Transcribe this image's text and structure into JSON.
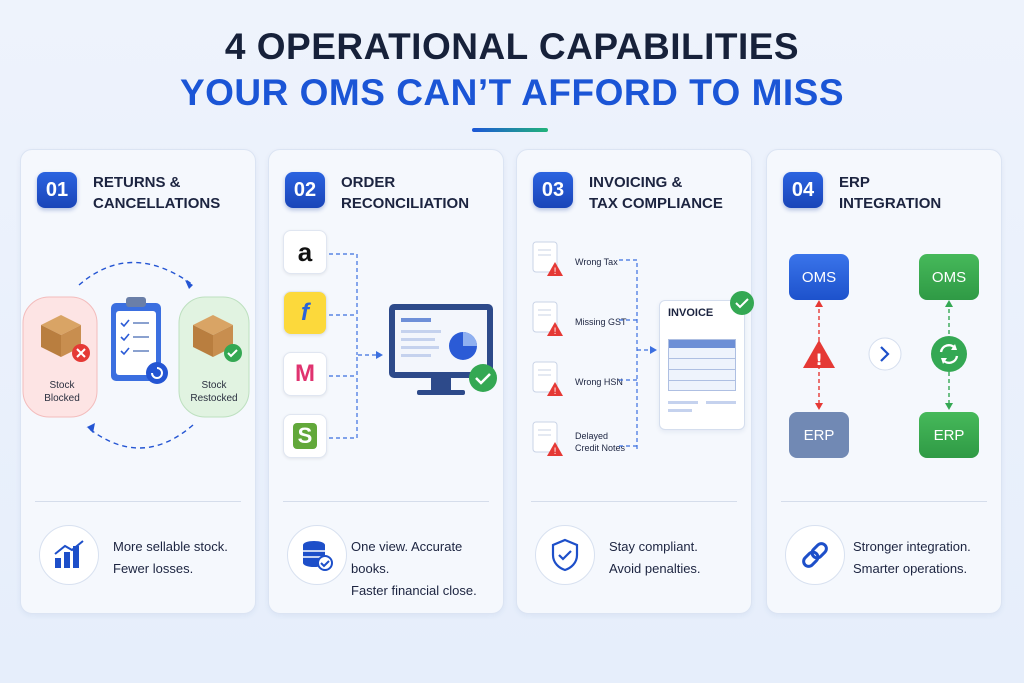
{
  "header": {
    "line1": "4 OPERATIONAL CAPABILITIES",
    "line2": "YOUR OMS CAN’T AFFORD TO MISS"
  },
  "colors": {
    "accent": "#1b55d6",
    "green": "#34a853",
    "red": "#e53935",
    "slate": "#6b7fa6"
  },
  "cards": [
    {
      "number": "01",
      "title": [
        "RETURNS &",
        "CANCELLATIONS"
      ],
      "labels": {
        "left": [
          "Stock",
          "Blocked"
        ],
        "right": [
          "Stock",
          "Restocked"
        ]
      },
      "icons": [
        "box-icon",
        "close-icon",
        "checklist-icon",
        "refresh-icon",
        "box-icon",
        "check-icon"
      ],
      "footer": [
        "More sellable stock.",
        "Fewer losses."
      ],
      "footer_icon": "growth-chart-icon"
    },
    {
      "number": "02",
      "title": [
        "ORDER",
        "RECONCILIATION"
      ],
      "logos": [
        "a",
        "f",
        "M",
        "S"
      ],
      "logo_icons": [
        "amazon-logo",
        "flipkart-logo",
        "myntra-logo",
        "shopify-logo"
      ],
      "footer": [
        "One view. Accurate books.",
        "Faster financial close."
      ],
      "footer_icon": "database-check-icon"
    },
    {
      "number": "03",
      "title": [
        "INVOICING &",
        "TAX COMPLIANCE"
      ],
      "issues": [
        "Wrong Tax",
        "Missing GST",
        "Wrong HSN",
        "Delayed\nCredit Notes"
      ],
      "invoice_label": "INVOICE",
      "footer": [
        "Stay compliant.",
        "Avoid penalties."
      ],
      "footer_icon": "shield-check-icon"
    },
    {
      "number": "04",
      "title": [
        "ERP",
        "INTEGRATION"
      ],
      "before": {
        "top": "OMS",
        "bottom": "ERP"
      },
      "after": {
        "top": "OMS",
        "bottom": "ERP"
      },
      "footer": [
        "Stronger integration.",
        "Smarter operations."
      ],
      "footer_icon": "link-icon"
    }
  ]
}
